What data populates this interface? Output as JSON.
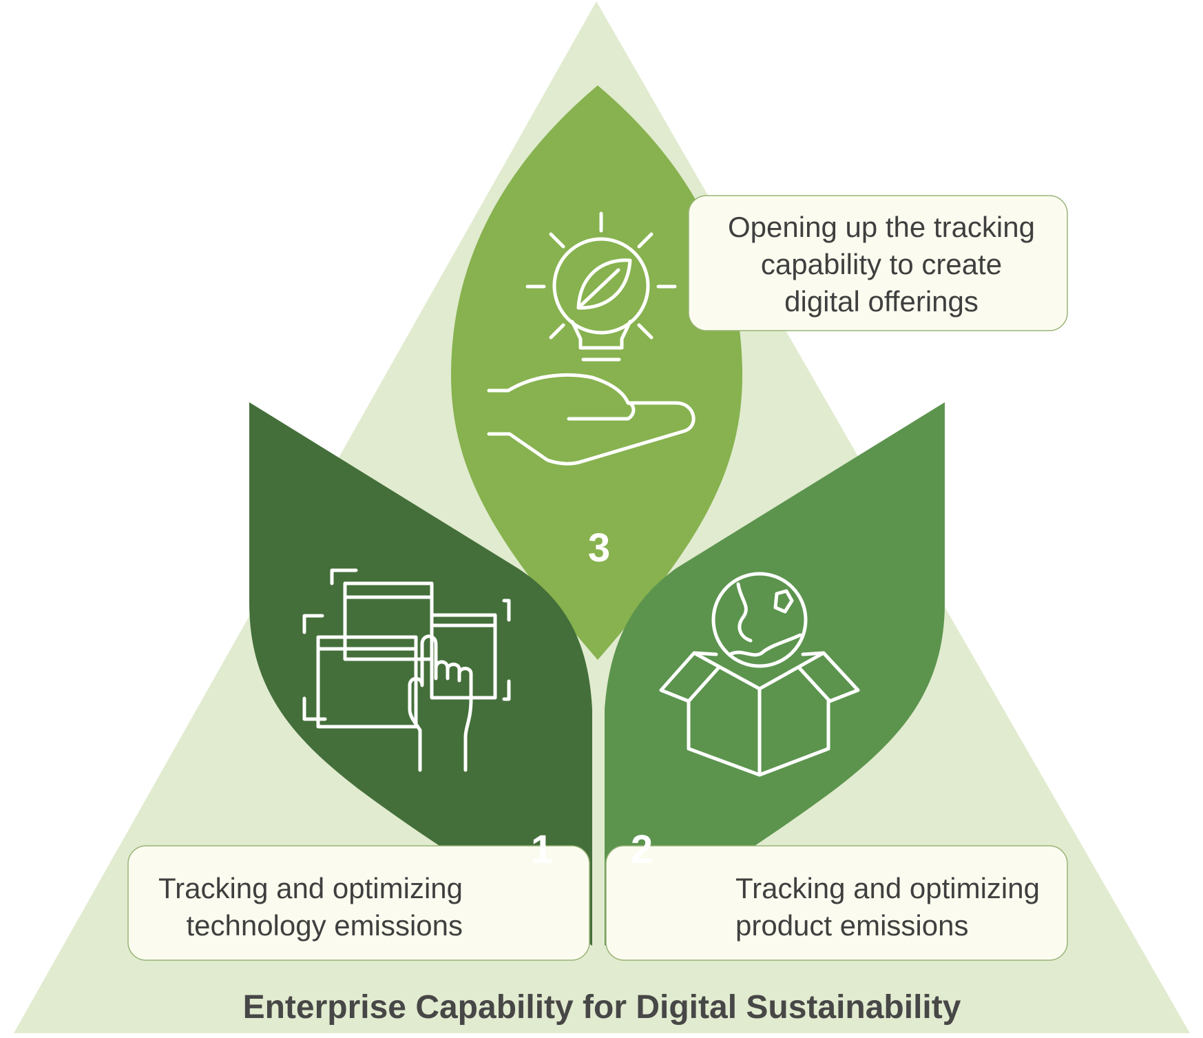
{
  "title": "Enterprise Capability for Digital Sustainability",
  "colors": {
    "background_triangle": "#e1ebcf",
    "leaf_1": "#446f3a",
    "leaf_2": "#5c944e",
    "leaf_3": "#87b24f",
    "callout_fill": "#fbfcef",
    "callout_stroke": "#98b377",
    "text": "#3f3f3f",
    "title": "#474747"
  },
  "pillars": [
    {
      "number": "1",
      "icon": "windows-touch-icon",
      "caption_lines": [
        "Tracking and optimizing",
        "technology emissions"
      ]
    },
    {
      "number": "2",
      "icon": "globe-box-icon",
      "caption_lines": [
        "Tracking and optimizing",
        "product emissions"
      ]
    },
    {
      "number": "3",
      "icon": "lightbulb-hand-icon",
      "caption_lines": [
        "Opening up the tracking",
        "capability to create",
        "digital offerings"
      ]
    }
  ]
}
